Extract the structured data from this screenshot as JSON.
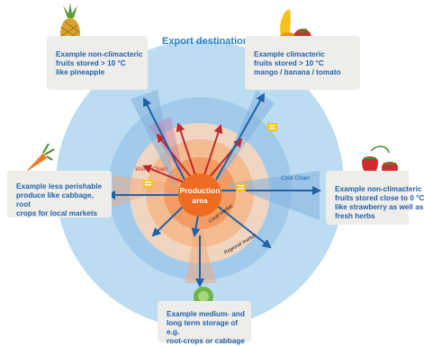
{
  "diagram": {
    "title": "Export destination",
    "center": {
      "line1": "Production",
      "line2": "area"
    },
    "ring_labels": {
      "warm": "Warm Chain",
      "cold": "Cold Chain",
      "local": "Local market",
      "regional": "Regional market"
    },
    "callouts": {
      "pineapple": "Example non-climacteric\nfruits stored > 10 °C\nlike pineapple",
      "banana": "Example climacteric\nfruits stored > 10 °C\nmango / banana / tomato",
      "carrot": "Example less perishable\nproduce like cabbage, root\ncrops for local markets",
      "strawberry": "Example non-climacteric\nfruits stored close to 0 °C\nlike strawberry as well as\nfresh herbs",
      "cabbage": "Example medium- and\nlong term storage of e.g.\nroot-crops or cabbage"
    },
    "icons": [
      "pineapple-icon",
      "banana-mango-tomato-icon",
      "carrot-icon",
      "strawberry-icon",
      "cabbage-icon",
      "note-icon"
    ],
    "colors": {
      "outer_circle": "#bcdcf2",
      "middle_circle": "#a2cbeb",
      "warm_zone": "#f7c9a6",
      "center": "#ee6b1f",
      "red_arrow": "#c2272d",
      "blue_arrow": "#1f62a9",
      "text_blue": "#1f62a9"
    }
  }
}
